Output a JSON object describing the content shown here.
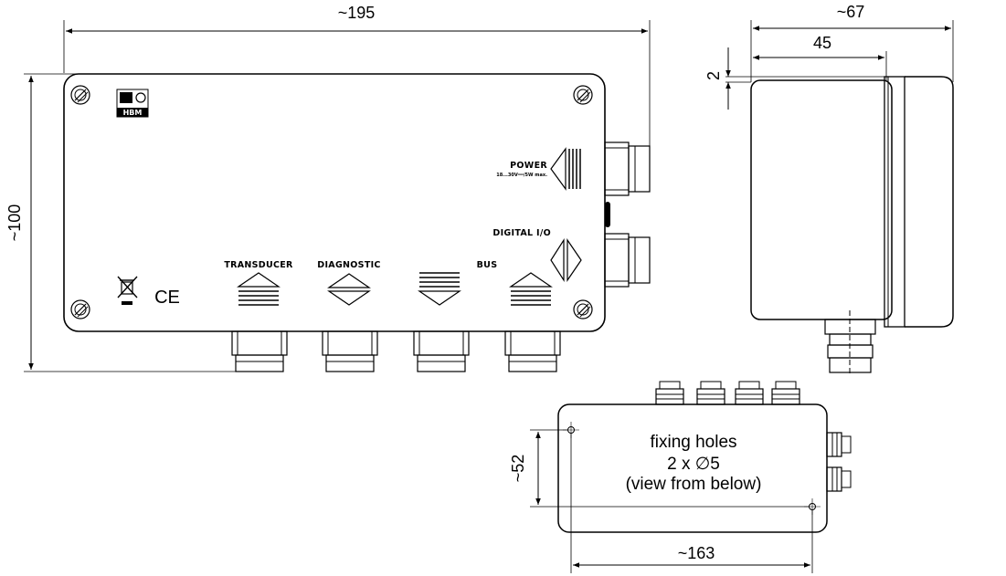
{
  "dimensions": {
    "front_width": "~195",
    "front_height": "~100",
    "side_depth": "~67",
    "side_box_depth": "45",
    "side_lid_offset": "2",
    "bottom_hole_spacing_vertical": "~52",
    "bottom_hole_spacing_horizontal": "~163"
  },
  "front_panel": {
    "logo_text": "HBM",
    "power_label": "POWER",
    "power_spec": "18...30V══/5W max.",
    "digital_io_label": "DIGITAL I/O",
    "ports": [
      "TRANSDUCER",
      "DIAGNOSTIC",
      "",
      "BUS"
    ],
    "ce_mark": "CE"
  },
  "bottom_view": {
    "note_line1": "fixing holes",
    "note_line2": "2 x ∅5",
    "note_line3": "(view from below)"
  }
}
